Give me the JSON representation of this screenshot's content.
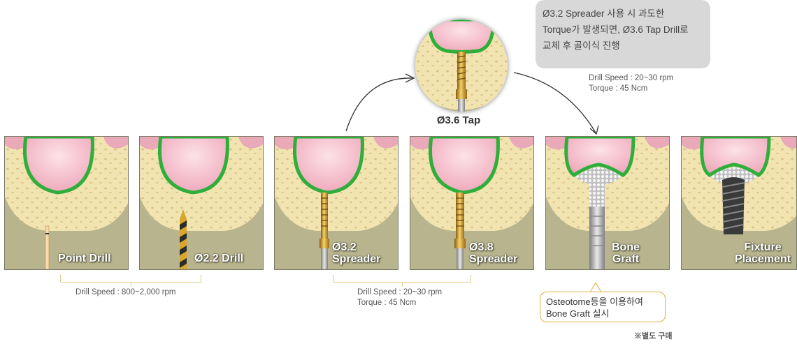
{
  "steps": [
    {
      "label_lines": [
        "Point Drill"
      ],
      "tool": "point-drill"
    },
    {
      "label_lines": [
        "Ø2.2 Drill"
      ],
      "tool": "twist-drill"
    },
    {
      "label_lines": [
        "Ø3.2",
        "Spreader"
      ],
      "tool": "spreader"
    },
    {
      "label_lines": [
        "Ø3.8",
        "Spreader"
      ],
      "tool": "spreader"
    },
    {
      "label_lines": [
        "Bone",
        "Graft"
      ],
      "tool": "osteotome"
    },
    {
      "label_lines": [
        "Fixture",
        "Placement"
      ],
      "tool": "implant"
    }
  ],
  "tap": {
    "label": "Ø3.6 Tap"
  },
  "callout": {
    "line1": "Ø3.2 Spreader 사용 시 과도한",
    "line2": "Torque가 발생되면, Ø3.6 Tap Drill로",
    "line3": "교체 후 골이식 진행"
  },
  "tap_speed": {
    "line1": "Drill Speed : 20~30 rpm",
    "line2": "Torque : 45 Ncm"
  },
  "drill_speed": {
    "line1": "Drill Speed : 800~2,000 rpm"
  },
  "spreader_speed": {
    "line1": "Drill Speed : 20~30 rpm",
    "line2": "Torque : 45 Ncm"
  },
  "note": {
    "line1": "Osteotome등을 이용하여",
    "line2": "Bone Graft 실시"
  },
  "footnote": "※별도 구매",
  "colors": {
    "gum": "#b8b48e",
    "bone": "#f2e4b0",
    "sinus": "#f7c2cf",
    "membrane": "#2fae3c",
    "gold": "#d9a52a"
  }
}
